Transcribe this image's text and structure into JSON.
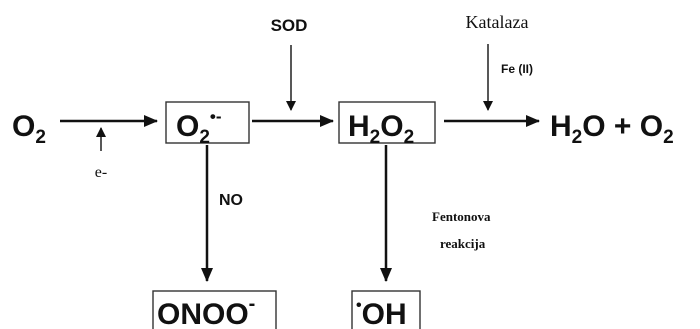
{
  "species": {
    "o2": {
      "main": "O",
      "sub": "2"
    },
    "superoxide": {
      "main": "O",
      "sub": "2",
      "sup": "•-"
    },
    "h2o2": {
      "h": "H",
      "h_sub": "2",
      "o": "O",
      "o_sub": "2"
    },
    "products": {
      "h": "H",
      "h_sub": "2",
      "o_plus": "O + O",
      "o_sub": "2"
    },
    "peroxynitrite": {
      "main": "ONOO",
      "sup": "-"
    },
    "hydroxyl": {
      "dot": "•",
      "main": "OH"
    }
  },
  "labels": {
    "electron": "e-",
    "sod": "SOD",
    "catalase": "Katalaza",
    "iron": "Fe (II)",
    "no": "NO",
    "fenton_line1": "Fentonova",
    "fenton_line2": "reakcija"
  },
  "colors": {
    "ink": "#111111",
    "box_stroke": "#333333",
    "background": "#ffffff"
  }
}
